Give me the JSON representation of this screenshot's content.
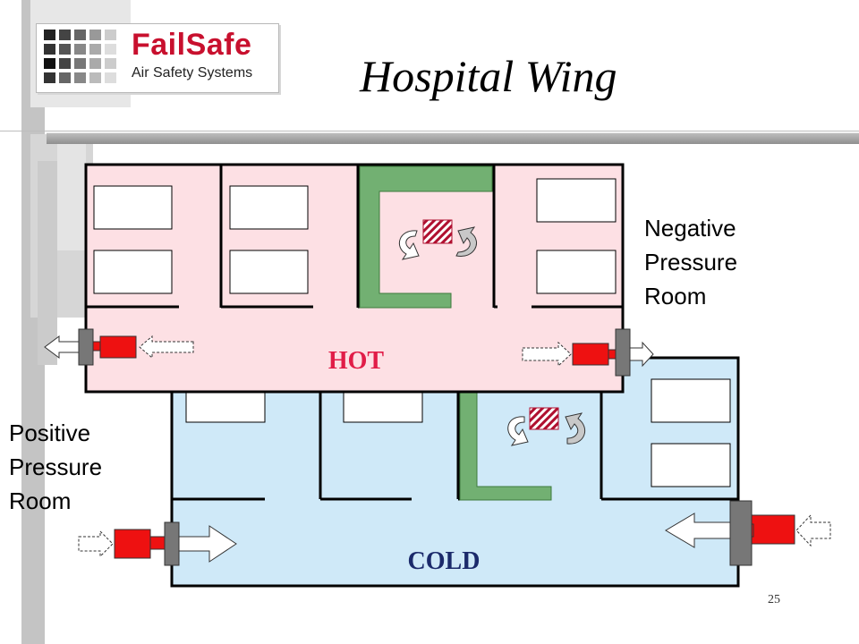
{
  "header": {
    "logo": {
      "name": "FailSafe",
      "tagline": "Air Safety Systems"
    },
    "title": "Hospital Wing"
  },
  "floorplan": {
    "hot_zone_label": "HOT",
    "cold_zone_label": "COLD",
    "negative_label": [
      "Negative",
      "Pressure",
      "Room"
    ],
    "positive_label": [
      "Positive",
      "Pressure",
      "Room"
    ]
  },
  "footer": {
    "slide_number": "25"
  },
  "colors": {
    "hot_zone": "#fde0e4",
    "cold_zone": "#cfe9f8",
    "wall": "#000000",
    "partition": "#72b072",
    "fan_unit": "#ee1111",
    "hot_label": "#e11d48",
    "cold_label": "#1b2a6b",
    "logo_red": "#c8102e"
  }
}
